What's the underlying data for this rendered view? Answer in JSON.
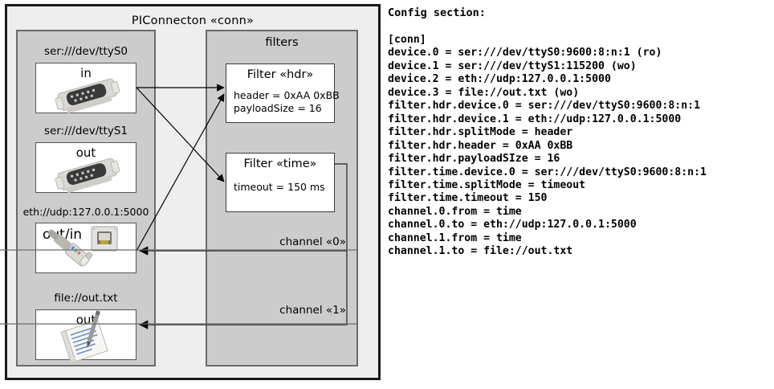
{
  "diagram": {
    "outer_title": "PIConnecton «conn»",
    "device_package": {
      "devices": [
        {
          "label": "ser:///dev/ttyS0",
          "direction": "in",
          "icon": "serial-port-icon"
        },
        {
          "label": "ser:///dev/ttyS1",
          "direction": "out",
          "icon": "serial-port-icon"
        },
        {
          "label": "eth://udp:127.0.0.1:5000",
          "direction": "out/in",
          "icon": "ethernet-port-icon"
        },
        {
          "label": "file://out.txt",
          "direction": "out",
          "icon": "text-file-icon"
        }
      ]
    },
    "filters_package": {
      "title": "filters",
      "filters": [
        {
          "title": "Filter «hdr»",
          "attrs": [
            "header = 0xAA 0xBB",
            "payloadSize = 16"
          ]
        },
        {
          "title": "Filter «time»",
          "attrs": [
            "timeout = 150 ms"
          ]
        }
      ],
      "channels": [
        {
          "label": "channel «0»"
        },
        {
          "label": "channel «1»"
        }
      ]
    },
    "colors": {
      "canvas": "#ffffff",
      "outer_fill": "#eeeeee",
      "outer_border": "#1a1a1a",
      "package_fill": "#cccccc",
      "package_border": "#6b6b6b",
      "box_fill": "#ffffff",
      "box_border": "#555555",
      "arrow": "#000000"
    }
  },
  "config": {
    "heading": "Config section:",
    "lines": [
      "[conn]",
      "device.0 = ser:///dev/ttyS0:9600:8:n:1 (ro)",
      "device.1 = ser:///dev/ttyS1:115200 (wo)",
      "device.2 = eth://udp:127.0.0.1:5000",
      "device.3 = file://out.txt (wo)",
      "filter.hdr.device.0 = ser:///dev/ttyS0:9600:8:n:1",
      "filter.hdr.device.1 = eth://udp:127.0.0.1:5000",
      "filter.hdr.splitMode = header",
      "filter.hdr.header = 0xAA 0xBB",
      "filter.hdr.payloadSIze = 16",
      "filter.time.device.0 = ser:///dev/ttyS0:9600:8:n:1",
      "filter.time.splitMode = timeout",
      "filter.time.timeout = 150",
      "channel.0.from = time",
      "channel.0.to = eth://udp:127.0.0.1:5000",
      "channel.1.from = time",
      "channel.1.to = file://out.txt"
    ]
  }
}
